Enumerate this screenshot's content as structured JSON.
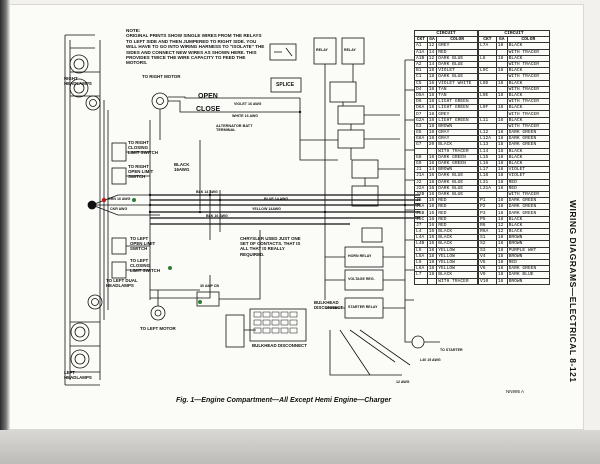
{
  "note": {
    "heading": "NOTE:",
    "lines": [
      "ORIGINAL PRINTS SHOW SINGLE  WIRES FROM THE RELAYS",
      "TO LEFT SIDE AND THEN JUMPERED TO RIGHT SIDE. YOU",
      "WILL HAVE TO GO INTO WIRING HARNESS TO \"ISOLATE\" THE",
      "SIDES AND CONNECT NEW WIRES AS SHOWN HERE. THIS",
      "PROVIDES TWICE THE WIRE CAPACITY TO FEED THE",
      "MOTORS."
    ]
  },
  "labels": {
    "right_headlamps": "RIGHT HEADLAMPS",
    "to_right_motor": "TO RIGHT MOTOR",
    "to_right_open_limit": "TO RIGHT OPEN LIMIT SWITCH",
    "to_right_closing_limit": "TO RIGHT CLOSING LIMIT SWITCH",
    "open": "OPEN",
    "close": "CLOSE",
    "violet_16_awg": "VIOLET 16 AWG",
    "white_16_awg": "WHITE 16 AWG",
    "alternator": "ALTERNATOR BATT TERMINAL",
    "black_16awg": "BLACK 16AWG",
    "black_14_awg": "BLK 14 AWG",
    "blue_14_awg": "BLUE 14 AWG",
    "yellow_14awg": "YELLOW 14AWG",
    "blk_16awg": "BLK 16 AWG",
    "grn_16awg": "GRN 16 AWG",
    "ckr_awg": "CKR AWG",
    "to_left_closing_limit": "TO LEFT CLOSING LIMIT SWITCH",
    "to_left_open_limit": "TO LEFT OPEN LIMIT SWITCH",
    "to_left_dual_headlamps": "TO LEFT DUAL HEADLAMPS",
    "left_motor": "TO LEFT MOTOR",
    "left_headlamps": "LEFT HEADLAMPS",
    "chrysler_used": "CHRYSLER USED JUST ONE SET OF CONTACTS. THAT IS ALL THAT IS REALLY REQUIRED.",
    "amp_cb": "30 AMP CB",
    "splice": "SPLICE",
    "bulkhead_disconnect": "BULKHEAD DISCONNECT",
    "bulkhead_disconnect_2": "BULKHEAD DISCONNECT",
    "horn_relay": "HORN RELAY",
    "voltage_reg": "VOLTAGE REG.",
    "starter_relay": "STARTER RELAY",
    "to_starter": "TO STARTER",
    "12_awg": "12 AWG",
    "to_19_awg": "L40   19 AWG",
    "relay_a": "RELAY",
    "relay_b": "RELAY"
  },
  "table_left": {
    "caption": "CIRCUIT",
    "headers": [
      "CKT",
      "GA",
      "COLOR"
    ],
    "rows": [
      [
        "A1",
        "12",
        "GREY"
      ],
      [
        "A1A",
        "14",
        "RED"
      ],
      [
        "A1B",
        "12",
        "DARK BLUE"
      ],
      [
        "A2",
        "14",
        "DARK BLUE"
      ],
      [
        "B1",
        "18",
        "VIOLET"
      ],
      [
        "C1",
        "18",
        "DARK BLUE"
      ],
      [
        "C5",
        "16",
        "VIOLET WHITE"
      ],
      [
        "D4",
        "18",
        "TAN"
      ],
      [
        "D5A",
        "18",
        "TAN"
      ],
      [
        "D6",
        "18",
        "LIGHT GREEN"
      ],
      [
        "D6A",
        "18",
        "LIGHT GREEN"
      ],
      [
        "D7",
        "18",
        "GREY"
      ],
      [
        "G2A",
        "18",
        "LIGHT GREEN"
      ],
      [
        "G3",
        "18",
        "BROWN"
      ],
      [
        "G5",
        "18",
        "GRAY"
      ],
      [
        "G6A",
        "18",
        "GRAY"
      ],
      [
        "G7",
        "20",
        "BLACK"
      ],
      [
        "",
        "",
        "WITH TRACER"
      ],
      [
        "G8",
        "16",
        "DARK GREEN"
      ],
      [
        "G9",
        "16",
        "DARK GREEN"
      ],
      [
        "J1",
        "14",
        "BROWN"
      ],
      [
        "J1A",
        "16",
        "DARK BLUE"
      ],
      [
        "J2",
        "18",
        "DARK BLUE"
      ],
      [
        "J2A",
        "16",
        "DARK BLUE"
      ],
      [
        "J2B",
        "16",
        "DARK BLUE"
      ],
      [
        "J5",
        "16",
        "RED"
      ],
      [
        "J5A",
        "16",
        "RED"
      ],
      [
        "J5B",
        "16",
        "RED"
      ],
      [
        "J5C",
        "16",
        "RED"
      ],
      [
        "J7",
        "16",
        "RED"
      ],
      [
        "L4",
        "16",
        "BLACK"
      ],
      [
        "L4A",
        "16",
        "BLACK"
      ],
      [
        "L4B",
        "16",
        "BLACK"
      ],
      [
        "L5",
        "18",
        "YELLOW"
      ],
      [
        "L5A",
        "18",
        "YELLOW"
      ],
      [
        "L6",
        "18",
        "YELLOW"
      ],
      [
        "L6A",
        "18",
        "YELLOW"
      ],
      [
        "L7",
        "18",
        "BLACK"
      ],
      [
        "",
        "",
        "WITH TRACER"
      ]
    ]
  },
  "table_right": {
    "caption": "CIRCUIT",
    "headers": [
      "CKT",
      "GA",
      "COLOR"
    ],
    "rows": [
      [
        "L7A",
        "18",
        "BLACK"
      ],
      [
        "",
        "",
        "WITH TRACER"
      ],
      [
        "L8",
        "18",
        "BLACK"
      ],
      [
        "",
        "",
        "WITH TRACER"
      ],
      [
        "L9C",
        "18",
        "BLACK"
      ],
      [
        "",
        "",
        "WITH TRACER"
      ],
      [
        "L9D",
        "18",
        "BLACK"
      ],
      [
        "",
        "",
        "WITH TRACER"
      ],
      [
        "L9E",
        "18",
        "BLACK"
      ],
      [
        "",
        "",
        "WITH TRACER"
      ],
      [
        "L9F",
        "18",
        "BLACK"
      ],
      [
        "",
        "",
        "WITH TRACER"
      ],
      [
        "L11",
        "18",
        "BLACK"
      ],
      [
        "",
        "",
        "WITH TRACER"
      ],
      [
        "L12",
        "18",
        "DARK GREEN"
      ],
      [
        "L12A",
        "18",
        "DARK GREEN"
      ],
      [
        "L13",
        "18",
        "DARK GREEN"
      ],
      [
        "L14",
        "18",
        "BLACK"
      ],
      [
        "L15",
        "18",
        "BLACK"
      ],
      [
        "L16",
        "18",
        "BLACK"
      ],
      [
        "L17",
        "18",
        "VIOLET"
      ],
      [
        "L18",
        "18",
        "VIOLET"
      ],
      [
        "L31",
        "18",
        "RED"
      ],
      [
        "L31A",
        "18",
        "RED"
      ],
      [
        "",
        "",
        "WITH TRACER"
      ],
      [
        "P1",
        "18",
        "DARK GREEN"
      ],
      [
        "P2",
        "18",
        "DARK GREEN"
      ],
      [
        "P3",
        "18",
        "DARK GREEN"
      ],
      [
        "P5",
        "18",
        "BLACK"
      ],
      [
        "R6",
        "12",
        "BLACK"
      ],
      [
        "R6A",
        "12",
        "BLACK"
      ],
      [
        "S1",
        "18",
        "BROWN"
      ],
      [
        "S2",
        "18",
        "BROWN"
      ],
      [
        "S3",
        "18",
        "PURPLE WHT"
      ],
      [
        "V4",
        "18",
        "BROWN"
      ],
      [
        "V5",
        "18",
        "RED"
      ],
      [
        "V6",
        "18",
        "DARK GREEN"
      ],
      [
        "V9",
        "18",
        "DARK BLUE"
      ],
      [
        "V10",
        "18",
        "BROWN"
      ]
    ]
  },
  "side_header": "WIRING DIAGRAMS—ELECTRICAL   8-121",
  "figure_number": "NN995 A",
  "caption": "Fig. 1—Engine Compartment—All Except Hemi Engine—Charger"
}
